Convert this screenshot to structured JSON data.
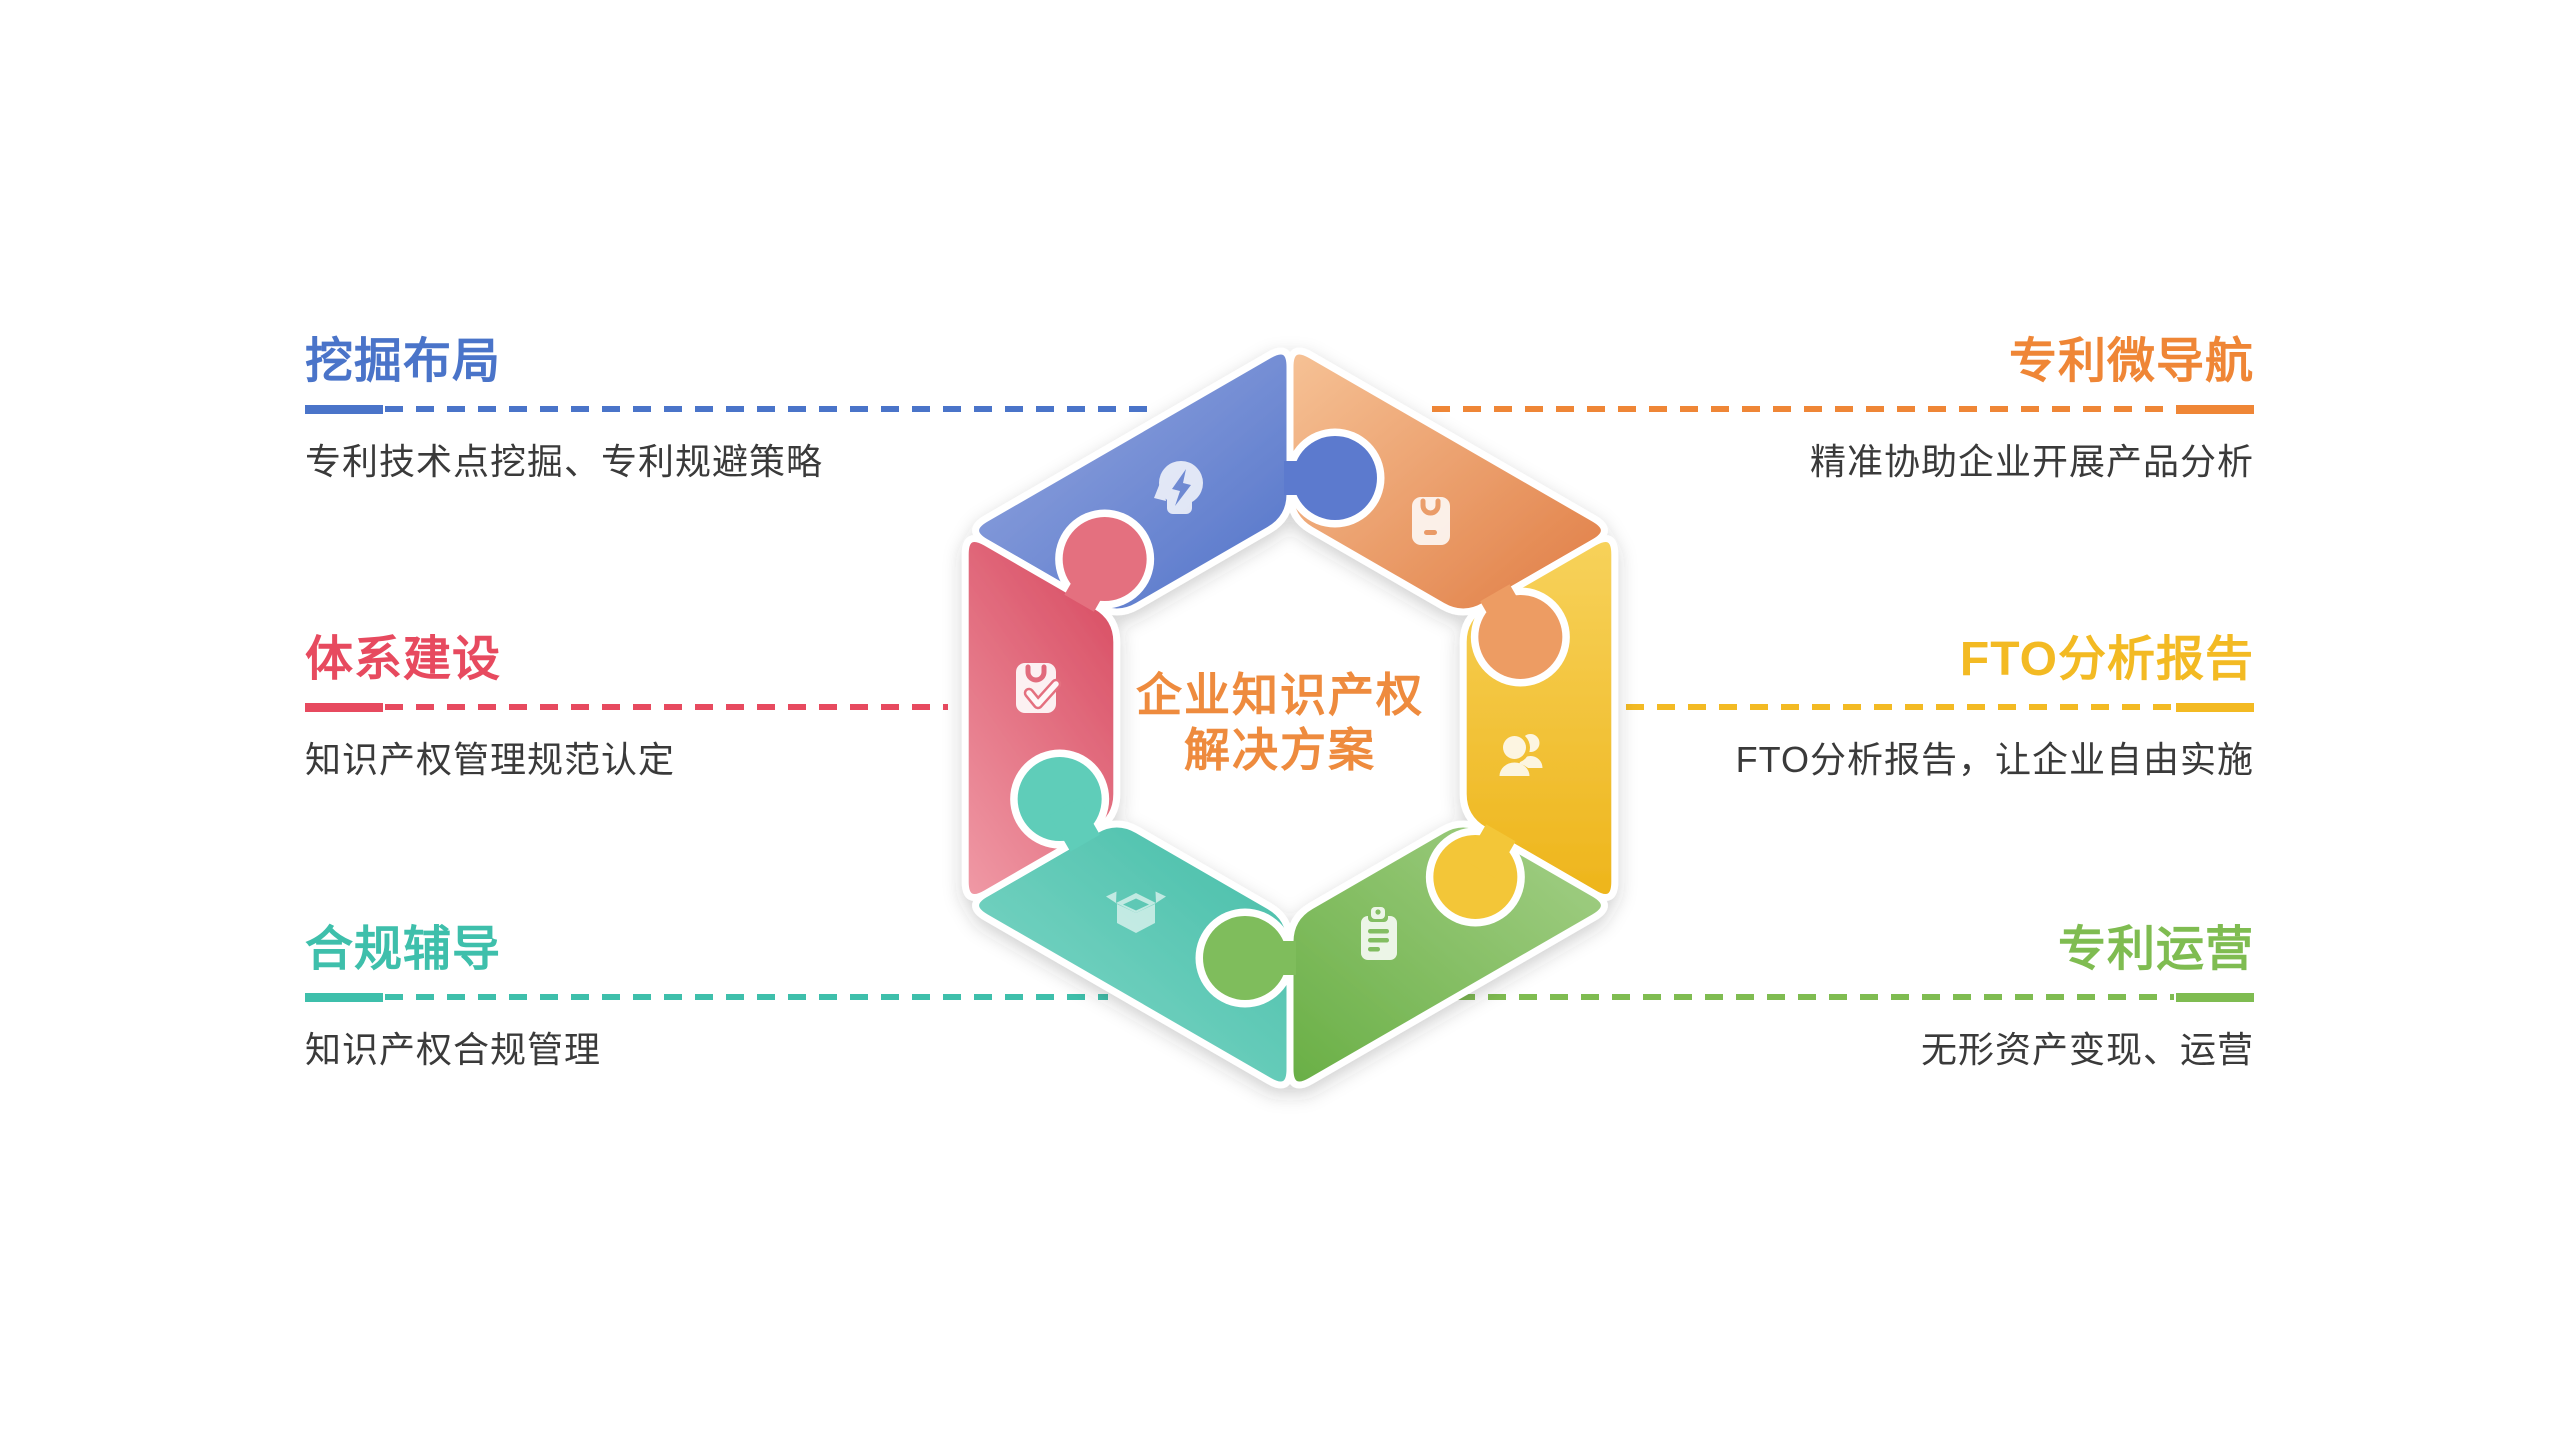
{
  "background": "#ffffff",
  "subtitle_color": "#3A3A3A",
  "center": {
    "line1": "企业知识产权",
    "line2": "解决方案",
    "color": "#EE8B3E"
  },
  "sections": [
    {
      "id": "mining-layout",
      "heading": "挖掘布局",
      "subtitle": "专利技术点挖掘、专利规避策略",
      "accent": "#4A74C9",
      "piece": {
        "light": "#97A9E0",
        "mid": "#5B7ACE",
        "dark": "#5273C9"
      },
      "icon": "head-lightning-icon"
    },
    {
      "id": "patent-micro-nav",
      "heading": "专利微导航",
      "subtitle": "精准协助企业开展产品分析",
      "accent": "#EF8636",
      "piece": {
        "light": "#F6C296",
        "mid": "#ED9C63",
        "dark": "#E07C43"
      },
      "icon": "shopping-bag-icon"
    },
    {
      "id": "system-building",
      "heading": "体系建设",
      "subtitle": "知识产权管理规范认定",
      "accent": "#E74A5F",
      "piece": {
        "light": "#F09AA6",
        "mid": "#E4707F",
        "dark": "#DA5368"
      },
      "icon": "bag-check-icon"
    },
    {
      "id": "fto-report",
      "heading": "FTO分析报告",
      "subtitle": "FTO分析报告，让企业自由实施",
      "accent": "#F3BA23",
      "piece": {
        "light": "#F7D25B",
        "mid": "#F3C637",
        "dark": "#EEB51B"
      },
      "icon": "users-icon"
    },
    {
      "id": "compliance-coaching",
      "heading": "合规辅导",
      "subtitle": "知识产权合规管理",
      "accent": "#3EBFAB",
      "piece": {
        "light": "#84D9C9",
        "mid": "#5ECDB9",
        "dark": "#45BDA8"
      },
      "icon": "open-box-icon"
    },
    {
      "id": "patent-operation",
      "heading": "专利运营",
      "subtitle": "无形资产变现、运营",
      "accent": "#7FBC51",
      "piece": {
        "light": "#A5D088",
        "mid": "#7FBD5C",
        "dark": "#69AF45"
      },
      "icon": "clipboard-icon"
    }
  ]
}
